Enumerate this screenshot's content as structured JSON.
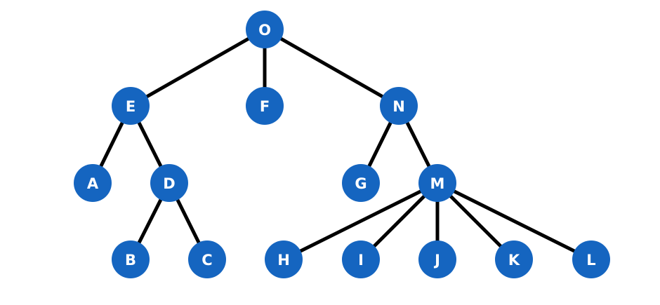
{
  "tree": {
    "node_color": "#1565c0",
    "edge_color": "#000000",
    "label_color": "#ffffff",
    "nodes": [
      {
        "id": "O",
        "label": "O",
        "parent": null
      },
      {
        "id": "E",
        "label": "E",
        "parent": "O"
      },
      {
        "id": "F",
        "label": "F",
        "parent": "O"
      },
      {
        "id": "N",
        "label": "N",
        "parent": "O"
      },
      {
        "id": "A",
        "label": "A",
        "parent": "E"
      },
      {
        "id": "D",
        "label": "D",
        "parent": "E"
      },
      {
        "id": "G",
        "label": "G",
        "parent": "N"
      },
      {
        "id": "M",
        "label": "M",
        "parent": "N"
      },
      {
        "id": "B",
        "label": "B",
        "parent": "D"
      },
      {
        "id": "C",
        "label": "C",
        "parent": "D"
      },
      {
        "id": "H",
        "label": "H",
        "parent": "M"
      },
      {
        "id": "I",
        "label": "I",
        "parent": "M"
      },
      {
        "id": "J",
        "label": "J",
        "parent": "M"
      },
      {
        "id": "K",
        "label": "K",
        "parent": "M"
      },
      {
        "id": "L",
        "label": "L",
        "parent": "M"
      }
    ]
  }
}
